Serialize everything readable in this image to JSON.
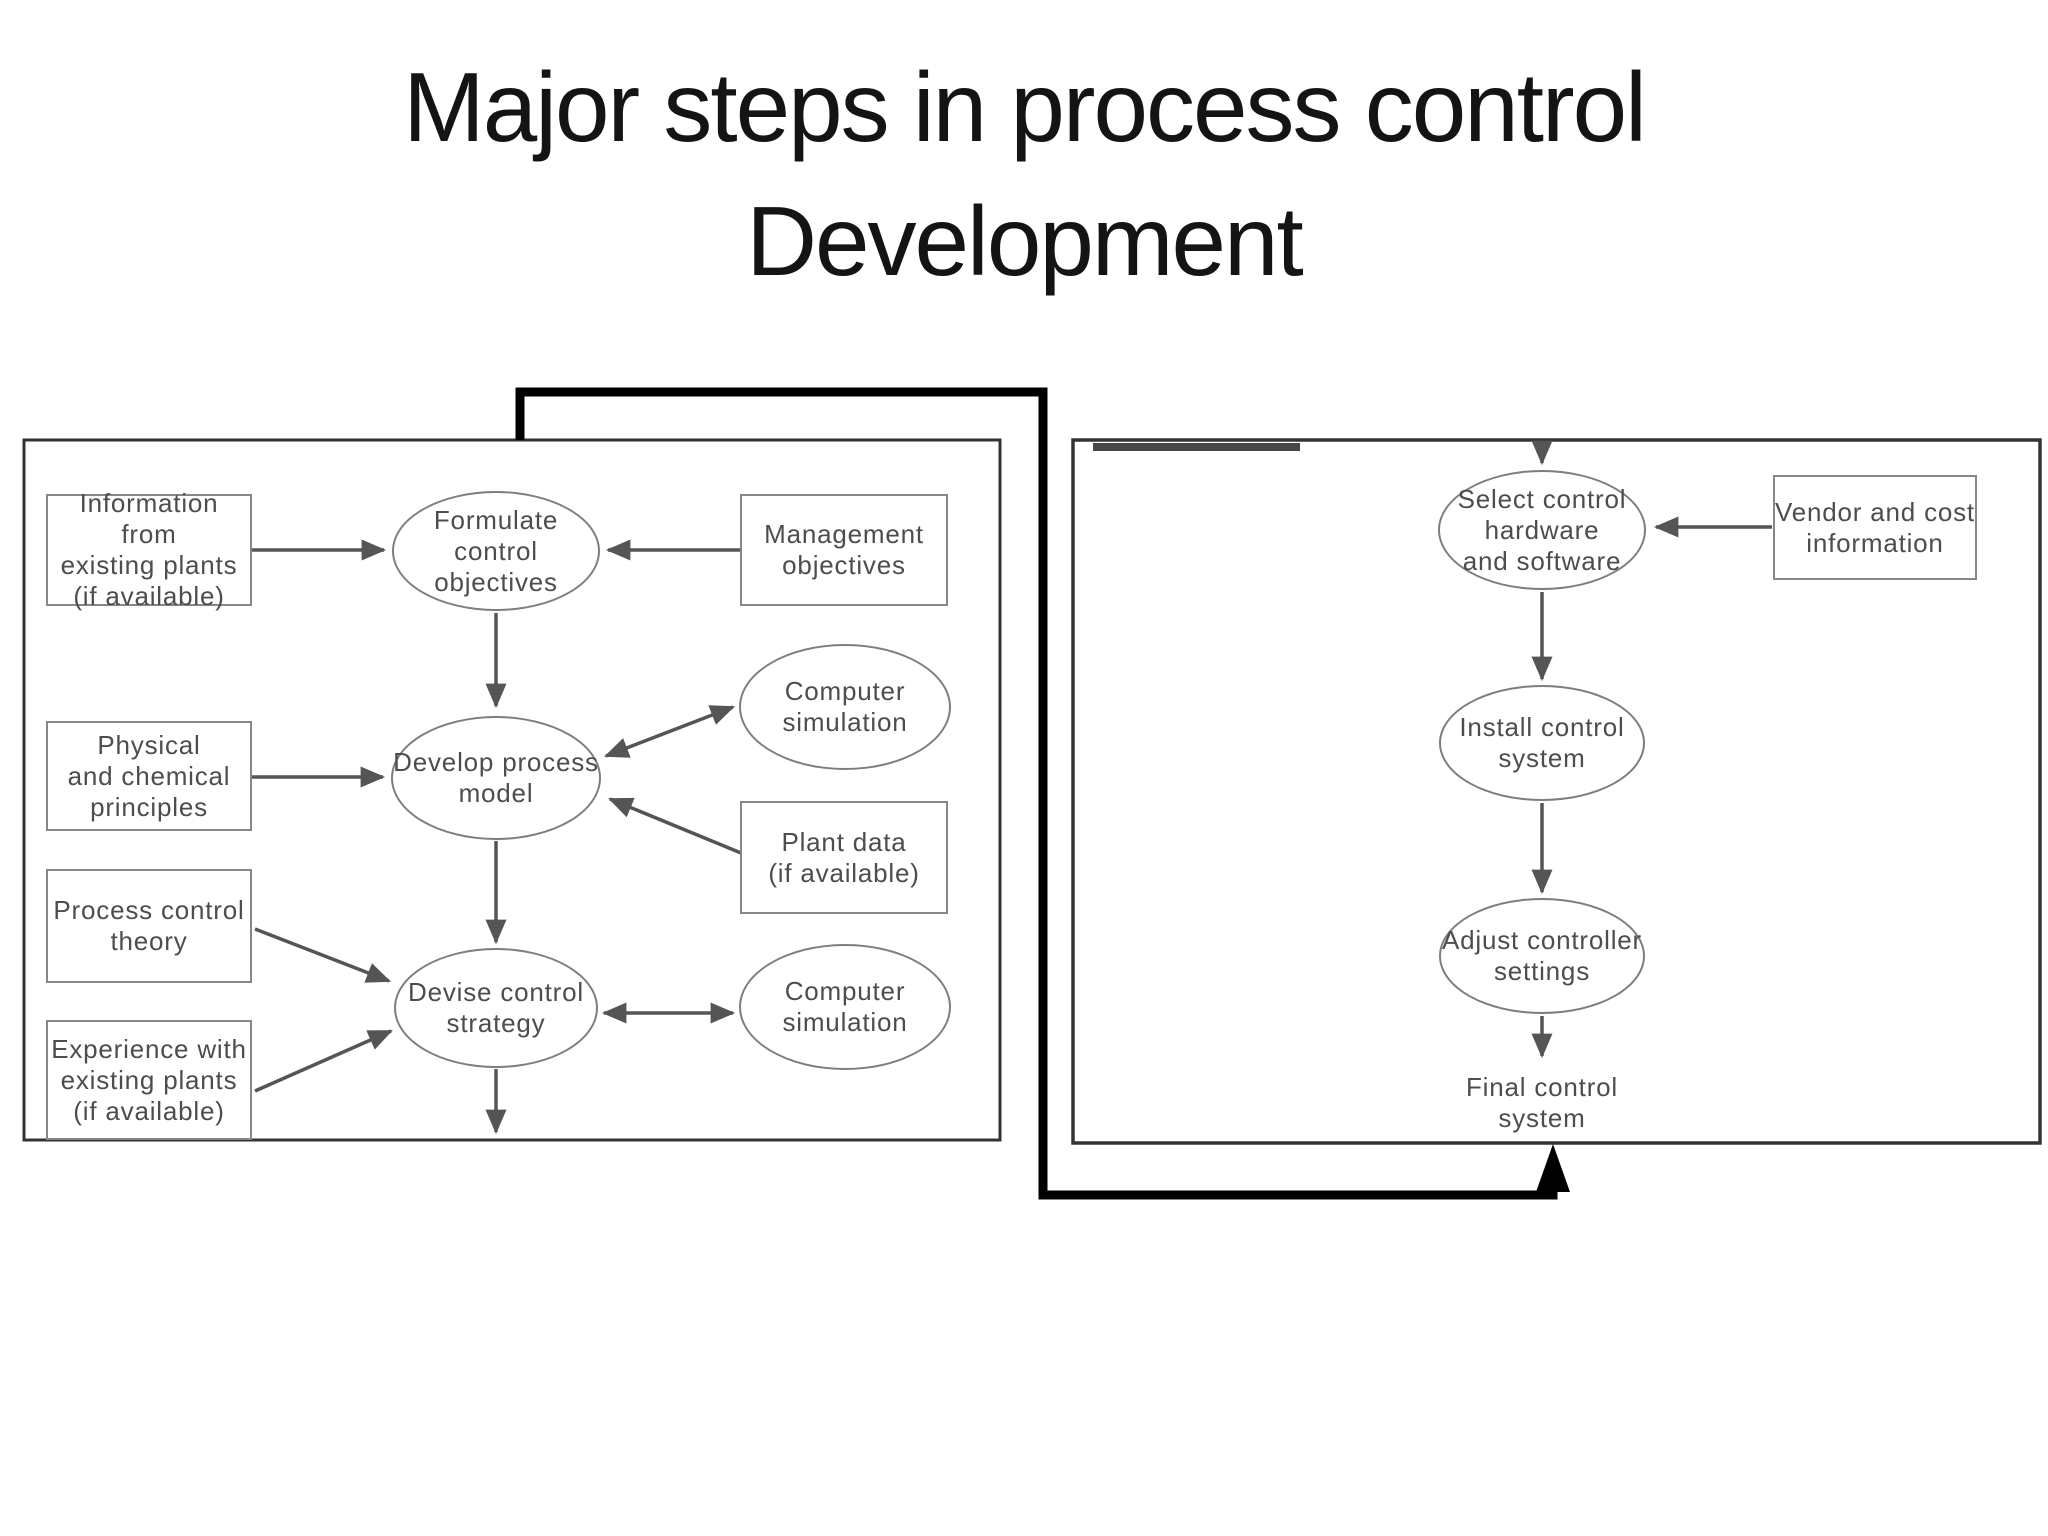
{
  "title": {
    "text": "Major steps in process control\nDevelopment"
  },
  "colors": {
    "background": "#ffffff",
    "title_text": "#141414",
    "diagram_stroke": "#6f6f6f",
    "diagram_text": "#4d4d4d",
    "panel_border": "#333333",
    "connector": "#000000",
    "top_bar": "#474747"
  },
  "diagram": {
    "left_panel": {
      "nodes": {
        "info_plants": "Information from\nexisting plants\n(if available)",
        "formulate": "Formulate\ncontrol objectives",
        "management": "Management\nobjectives",
        "computer_sim_top": "Computer\nsimulation",
        "physical": "Physical\nand chemical\nprinciples",
        "develop": "Develop process\nmodel",
        "plant_data": "Plant data\n(if available)",
        "process_theory": "Process control\ntheory",
        "devise": "Devise control\nstrategy",
        "experience": "Experience with\nexisting plants\n(if available)",
        "computer_sim_bottom": "Computer\nsimulation"
      }
    },
    "right_panel": {
      "nodes": {
        "select": "Select control\nhardware\nand software",
        "vendor": "Vendor and cost\ninformation",
        "install": "Install control\nsystem",
        "adjust": "Adjust controller\nsettings",
        "final": "Final control\nsystem"
      }
    },
    "edges": [
      {
        "from": "Information from existing plants (if available)",
        "to": "Formulate control objectives"
      },
      {
        "from": "Management objectives",
        "to": "Formulate control objectives"
      },
      {
        "from": "Formulate control objectives",
        "to": "Develop process model"
      },
      {
        "from": "Physical and chemical principles",
        "to": "Develop process model"
      },
      {
        "from": "Develop process model",
        "to": "Computer simulation",
        "bidirectional": true
      },
      {
        "from": "Plant data (if available)",
        "to": "Develop process model"
      },
      {
        "from": "Develop process model",
        "to": "Devise control strategy"
      },
      {
        "from": "Process control theory",
        "to": "Devise control strategy"
      },
      {
        "from": "Experience with existing plants (if available)",
        "to": "Devise control strategy"
      },
      {
        "from": "Devise control strategy",
        "to": "Computer simulation",
        "bidirectional": true
      },
      {
        "from": "Devise control strategy",
        "to": "Select control hardware and software",
        "style": "thick-loop"
      },
      {
        "from": "Vendor and cost information",
        "to": "Select control hardware and software"
      },
      {
        "from": "Select control hardware and software",
        "to": "Install control system"
      },
      {
        "from": "Install control system",
        "to": "Adjust controller settings"
      },
      {
        "from": "Adjust controller settings",
        "to": "Final control system"
      },
      {
        "from": "loop return",
        "to": "Final control system",
        "style": "thick-loop"
      }
    ]
  }
}
